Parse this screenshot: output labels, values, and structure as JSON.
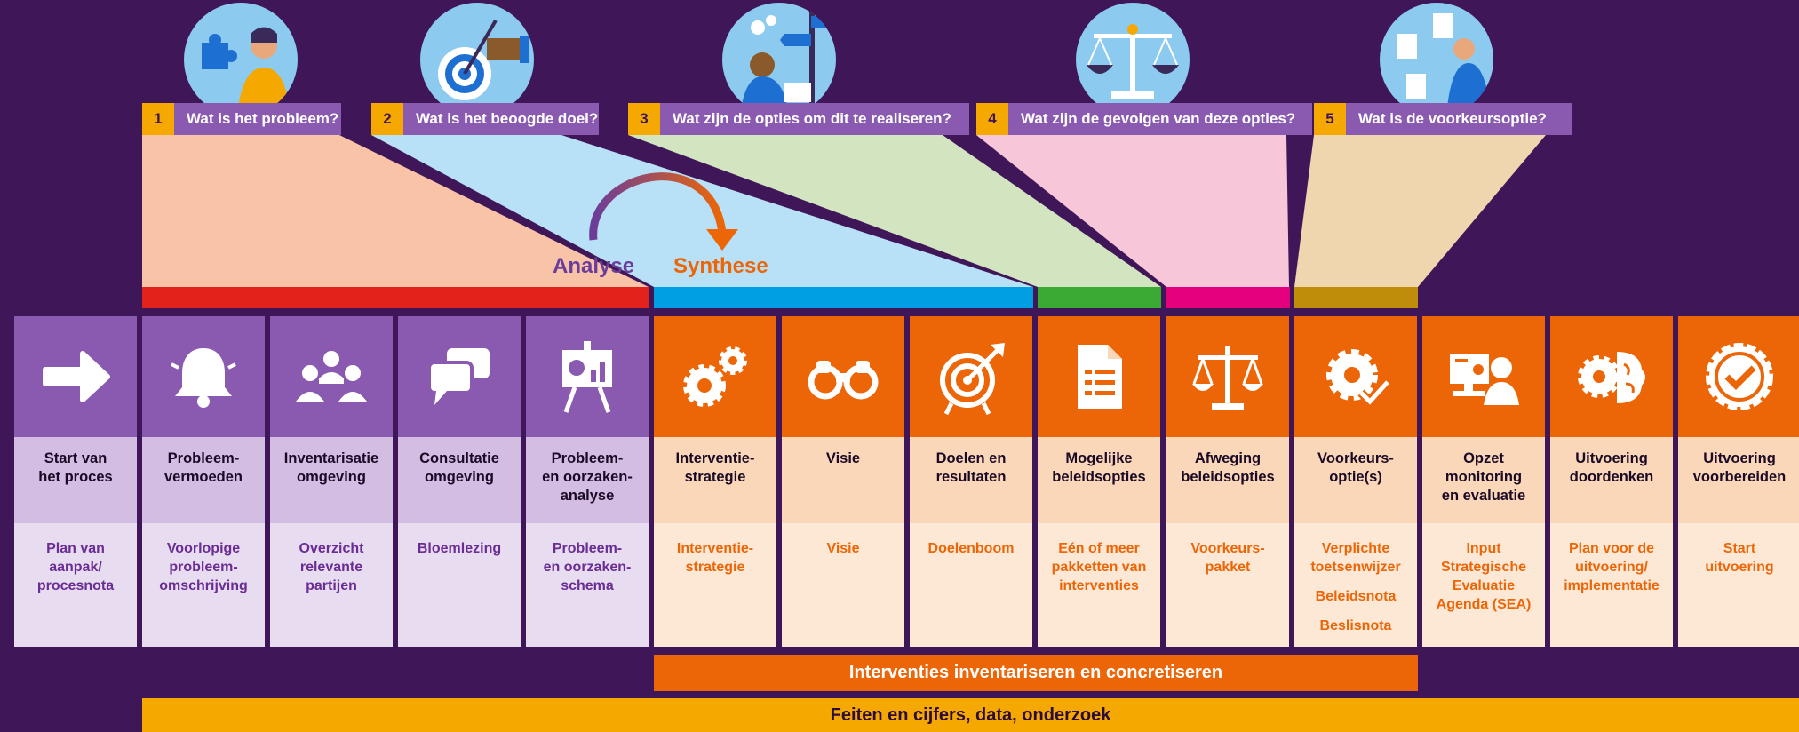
{
  "colors": {
    "background": "#3f1658",
    "purple": "#8a5ab0",
    "orange": "#ec6608",
    "yellow": "#f5a800",
    "red": "#e3231b",
    "blue": "#009fe3",
    "green": "#3aaa35",
    "magenta": "#e5007d",
    "gold": "#c08d0a"
  },
  "questions": [
    {
      "num": "1",
      "text": "Wat is het probleem?",
      "avatar_icon": "puzzle-person-icon"
    },
    {
      "num": "2",
      "text": "Wat is het beoogde doel?",
      "avatar_icon": "target-dart-hand-icon"
    },
    {
      "num": "3",
      "text": "Wat zijn de opties om dit te realiseren?",
      "avatar_icon": "signpost-person-icon"
    },
    {
      "num": "4",
      "text": "Wat zijn de gevolgen van deze opties?",
      "avatar_icon": "scales-icon"
    },
    {
      "num": "5",
      "text": "Wat is de voorkeursoptie?",
      "avatar_icon": "documents-person-icon"
    }
  ],
  "labels": {
    "analyse": "Analyse",
    "synthese": "Synthese",
    "interventies": "Interventies inventariseren en concretiseren",
    "feiten": "Feiten en cijfers, data, onderzoek"
  },
  "steps": [
    {
      "title": "Start van\nhet proces",
      "outputs": [
        "Plan van\naanpak/\nprocesnota"
      ],
      "icon": "arrow-right-icon",
      "theme": "purple"
    },
    {
      "title": "Probleem-\nvermoeden",
      "outputs": [
        "Voorlopige\nprobleem-\nomschrijving"
      ],
      "icon": "bell-icon",
      "theme": "purple"
    },
    {
      "title": "Inventarisatie\nomgeving",
      "outputs": [
        "Overzicht\nrelevante\npartijen"
      ],
      "icon": "people-group-icon",
      "theme": "purple"
    },
    {
      "title": "Consultatie\nomgeving",
      "outputs": [
        "Bloemlezing"
      ],
      "icon": "speech-bubbles-icon",
      "theme": "purple"
    },
    {
      "title": "Probleem-\nen oorzaken-\nanalyse",
      "outputs": [
        "Probleem-\nen oorzaken-\nschema"
      ],
      "icon": "presentation-chart-icon",
      "theme": "purple"
    },
    {
      "title": "Interventie-\nstrategie",
      "outputs": [
        "Interventie-\nstrategie"
      ],
      "icon": "gears-icon",
      "theme": "orange"
    },
    {
      "title": "Visie",
      "outputs": [
        "Visie"
      ],
      "icon": "binoculars-icon",
      "theme": "orange"
    },
    {
      "title": "Doelen en\nresultaten",
      "outputs": [
        "Doelenboom"
      ],
      "icon": "target-icon",
      "theme": "orange"
    },
    {
      "title": "Mogelijke\nbeleidsopties",
      "outputs": [
        "Eén of meer\npakketten van\ninterventies"
      ],
      "icon": "document-icon",
      "theme": "orange"
    },
    {
      "title": "Afweging\nbeleidsopties",
      "outputs": [
        "Voorkeurs-\npakket"
      ],
      "icon": "scales-icon",
      "theme": "orange"
    },
    {
      "title": "Voorkeurs-\noptie(s)",
      "outputs": [
        "Verplichte\ntoetsenwijzer",
        "Beleidsnota",
        "Beslisnota"
      ],
      "icon": "gear-check-icon",
      "theme": "orange"
    },
    {
      "title": "Opzet\nmonitoring\nen evaluatie",
      "outputs": [
        "Input\nStrategische\nEvaluatie\nAgenda (SEA)"
      ],
      "icon": "monitor-person-icon",
      "theme": "orange"
    },
    {
      "title": "Uitvoering\ndoordenken",
      "outputs": [
        "Plan voor de\nuitvoering/\nimplementatie"
      ],
      "icon": "brain-gear-icon",
      "theme": "orange"
    },
    {
      "title": "Uitvoering\nvoorbereiden",
      "outputs": [
        "Start\nuitvoering"
      ],
      "icon": "check-badge-icon",
      "theme": "orange"
    }
  ]
}
